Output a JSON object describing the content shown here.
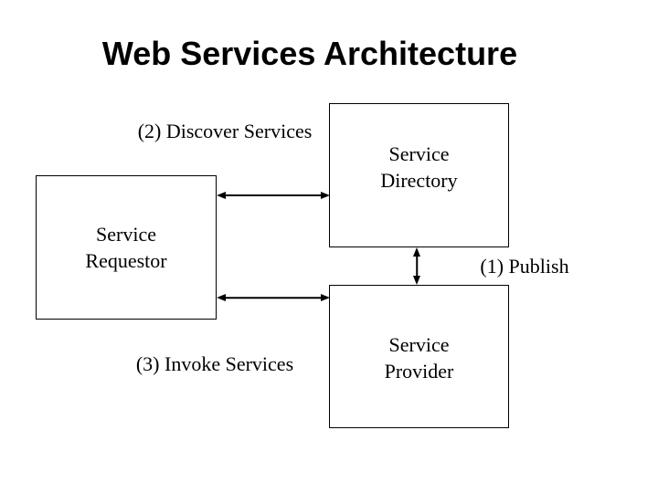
{
  "page": {
    "background_color": "#ffffff",
    "line_color": "#000000",
    "text_color": "#000000"
  },
  "title": "Web Services Architecture",
  "diagram": {
    "boxes": [
      {
        "id": "service-requestor",
        "label": "Service\nRequestor"
      },
      {
        "id": "service-directory",
        "label": "Service\nDirectory"
      },
      {
        "id": "service-provider",
        "label": "Service\nProvider"
      }
    ],
    "annotations": [
      {
        "id": "discover",
        "label": "(2) Discover Services"
      },
      {
        "id": "publish",
        "label": "(1) Publish"
      },
      {
        "id": "invoke",
        "label": "(3) Invoke Services"
      }
    ],
    "arrows": [
      {
        "id": "requestor-directory",
        "type": "horizontal",
        "double_headed": true,
        "connects": [
          "Service Requestor",
          "Service Directory"
        ]
      },
      {
        "id": "requestor-provider",
        "type": "horizontal",
        "double_headed": true,
        "connects": [
          "Service Requestor",
          "Service Provider"
        ]
      },
      {
        "id": "directory-provider",
        "type": "vertical",
        "double_headed": true,
        "connects": [
          "Service Directory",
          "Service Provider"
        ]
      }
    ]
  }
}
